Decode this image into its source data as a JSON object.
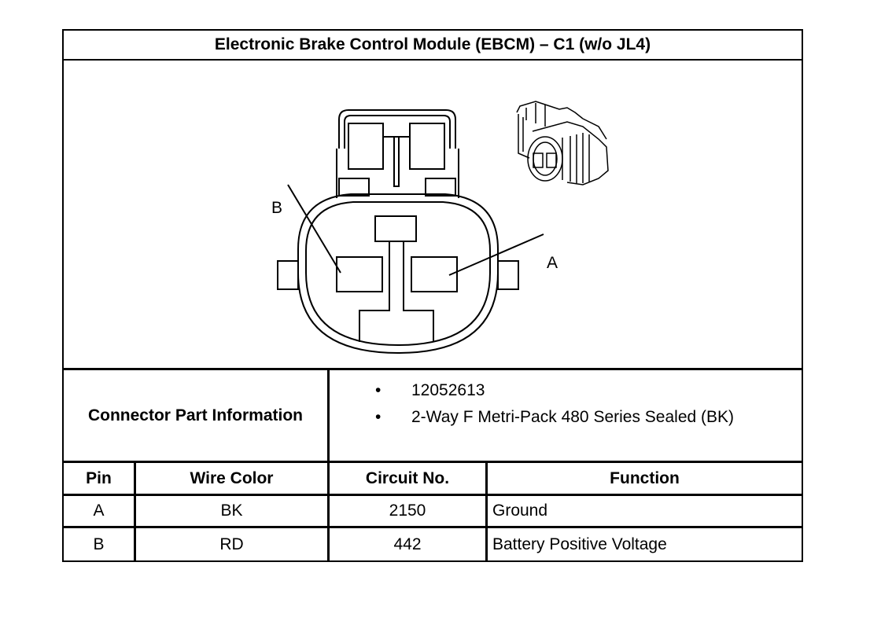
{
  "title": "Electronic Brake Control Module (EBCM) – C1 (w/o JL4)",
  "diagram": {
    "pin_labels": [
      "B",
      "A"
    ],
    "icons": [
      "connector-face-icon",
      "connector-3d-icon"
    ]
  },
  "connector_info": {
    "label": "Connector Part Information",
    "items": [
      {
        "bullet": "•",
        "text": "12052613"
      },
      {
        "bullet": "•",
        "text": "2-Way F Metri-Pack 480 Series Sealed (BK)"
      }
    ]
  },
  "pin_table": {
    "headers": {
      "pin": "Pin",
      "wire_color": "Wire Color",
      "circuit": "Circuit No.",
      "function": "Function"
    },
    "rows": [
      {
        "pin": "A",
        "wire_color": "BK",
        "circuit": "2150",
        "function": "Ground"
      },
      {
        "pin": "B",
        "wire_color": "RD",
        "circuit": "442",
        "function": "Battery Positive Voltage"
      }
    ]
  }
}
